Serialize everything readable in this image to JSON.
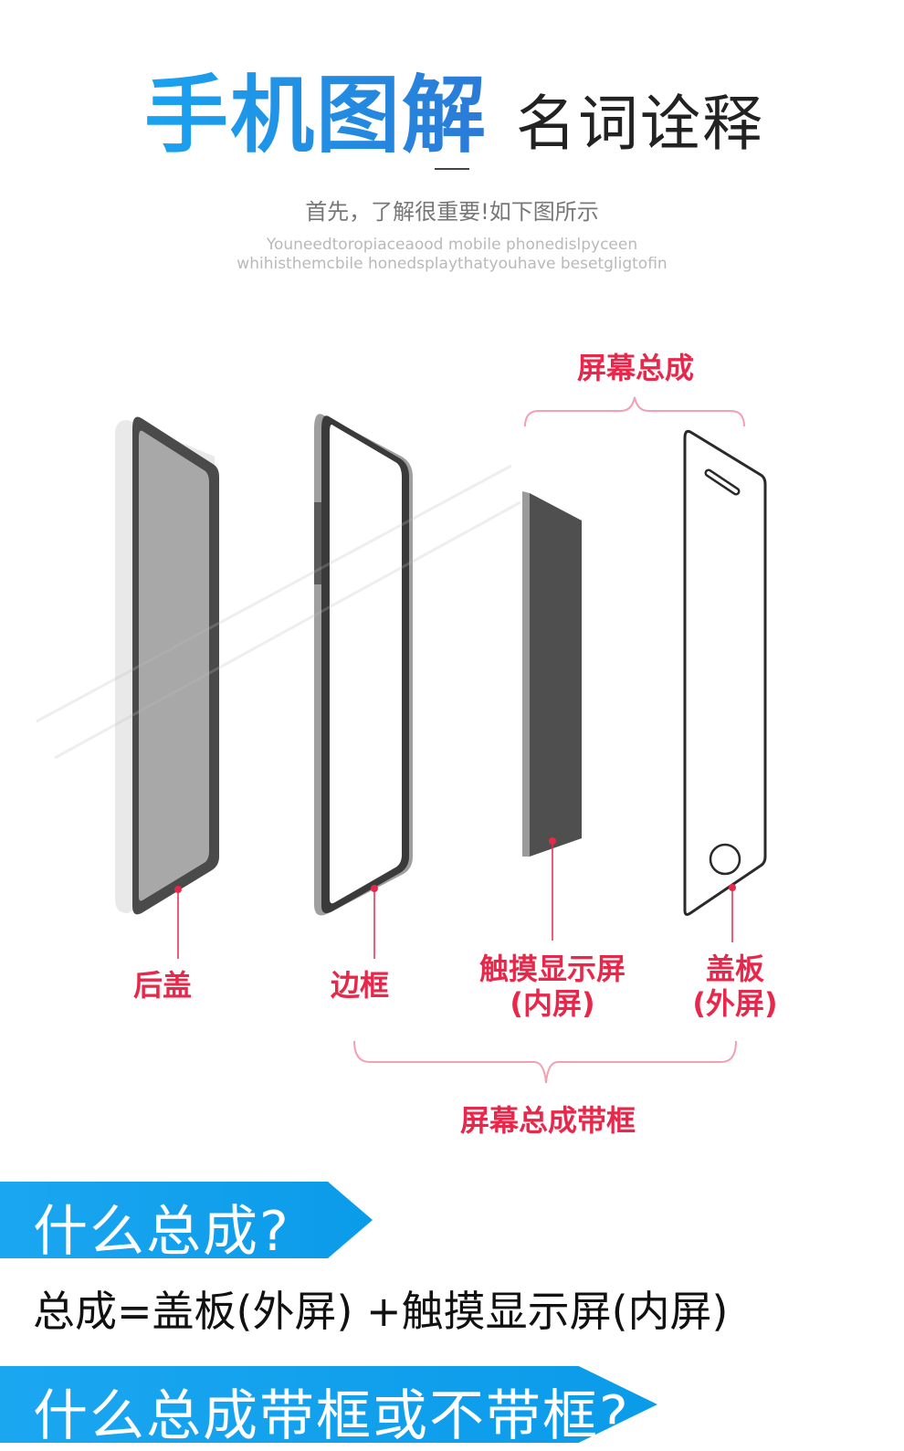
{
  "header": {
    "title_main": "手机图解",
    "title_sub": "名词诠释",
    "subtitle": "首先，了解很重要!如下图所示",
    "en_line1": "Youneedtoropiaceaood mobile phonedislpyceen",
    "en_line2": "whihisthemcbile honedsplaythatyouhave besetgligtofin"
  },
  "diagram": {
    "label_top": "屏幕总成",
    "label_back": "后盖",
    "label_frame": "边框",
    "label_touch_line1": "触摸显示屏",
    "label_touch_line2": "(内屏)",
    "label_cover_line1": "盖板",
    "label_cover_line2": "(外屏)",
    "label_bottom": "屏幕总成带框"
  },
  "section1": {
    "heading": "什么总成?",
    "formula": "总成=盖板(外屏) +触摸显示屏(内屏)"
  },
  "section2": {
    "heading": "什么总成带框或不带框?"
  },
  "colors": {
    "accent_blue": "#19a3f0",
    "label_red": "#e8284b"
  }
}
